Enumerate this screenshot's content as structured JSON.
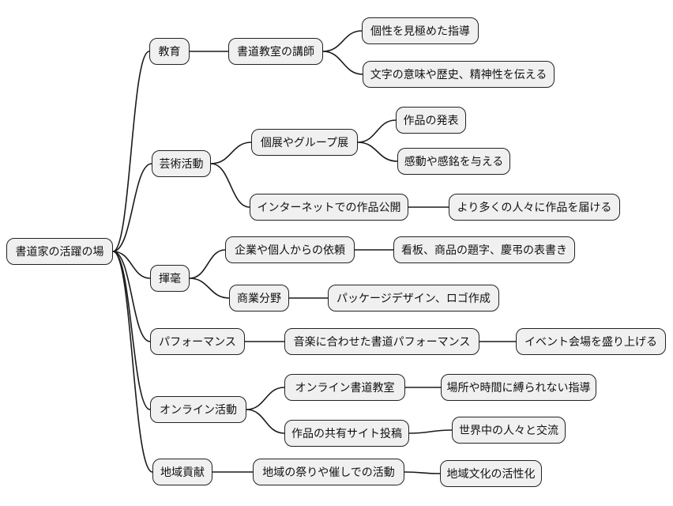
{
  "mindmap": {
    "type": "mindmap-diagram",
    "colors": {
      "background": "#ffffff",
      "node_fill": "#f0f0f0",
      "node_border": "#222222",
      "edge": "#1a1a1a",
      "text": "#111111"
    },
    "root": {
      "label": "書道家の活躍の場",
      "children": [
        {
          "label": "教育",
          "children": [
            {
              "label": "書道教室の講師",
              "children": [
                {
                  "label": "個性を見極めた指導"
                },
                {
                  "label": "文字の意味や歴史、精神性を伝える"
                }
              ]
            }
          ]
        },
        {
          "label": "芸術活動",
          "children": [
            {
              "label": "個展やグループ展",
              "children": [
                {
                  "label": "作品の発表"
                },
                {
                  "label": "感動や感銘を与える"
                }
              ]
            },
            {
              "label": "インターネットでの作品公開",
              "children": [
                {
                  "label": "より多くの人々に作品を届ける"
                }
              ]
            }
          ]
        },
        {
          "label": "揮毫",
          "children": [
            {
              "label": "企業や個人からの依頼",
              "children": [
                {
                  "label": "看板、商品の題字、慶弔の表書き"
                }
              ]
            },
            {
              "label": "商業分野",
              "children": [
                {
                  "label": "パッケージデザイン、ロゴ作成"
                }
              ]
            }
          ]
        },
        {
          "label": "パフォーマンス",
          "children": [
            {
              "label": "音楽に合わせた書道パフォーマンス",
              "children": [
                {
                  "label": "イベント会場を盛り上げる"
                }
              ]
            }
          ]
        },
        {
          "label": "オンライン活動",
          "children": [
            {
              "label": "オンライン書道教室",
              "children": [
                {
                  "label": "場所や時間に縛られない指導"
                }
              ]
            },
            {
              "label": "作品の共有サイト投稿",
              "children": [
                {
                  "label": "世界中の人々と交流"
                }
              ]
            }
          ]
        },
        {
          "label": "地域貢献",
          "children": [
            {
              "label": "地域の祭りや催しでの活動",
              "children": [
                {
                  "label": "地域文化の活性化"
                }
              ]
            }
          ]
        }
      ]
    }
  }
}
